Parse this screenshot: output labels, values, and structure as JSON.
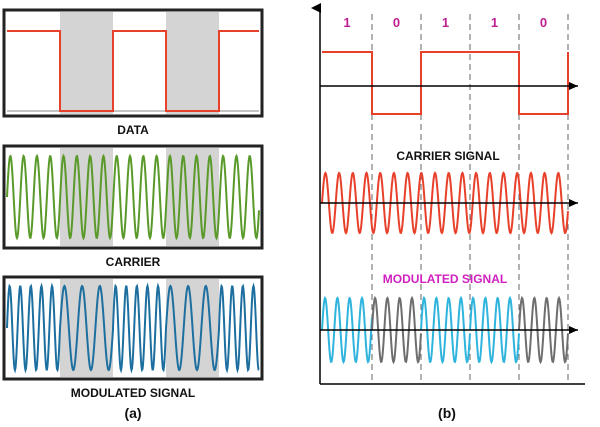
{
  "panel_a": {
    "label": "(a)",
    "data_caption": "DATA",
    "carrier_caption": "CARRIER",
    "modulated_caption": "MODULATED SIGNAL"
  },
  "panel_b": {
    "label": "(b)",
    "bits": [
      "1",
      "0",
      "1",
      "1",
      "0"
    ],
    "carrier_caption": "CARRIER SIGNAL",
    "modulated_caption": "MODULATED SIGNAL"
  },
  "colors": {
    "data": "#e8412b",
    "carrier_a": "#5a9a2a",
    "modulated_a": "#1d6fa0",
    "carrier_b": "#e8412b",
    "mod_one": "#2fb4dd",
    "mod_zero": "#6e6e6e",
    "bit_text": "#c0208f",
    "mod_caption": "#d020c0",
    "shade": "#d4d4d4"
  }
}
